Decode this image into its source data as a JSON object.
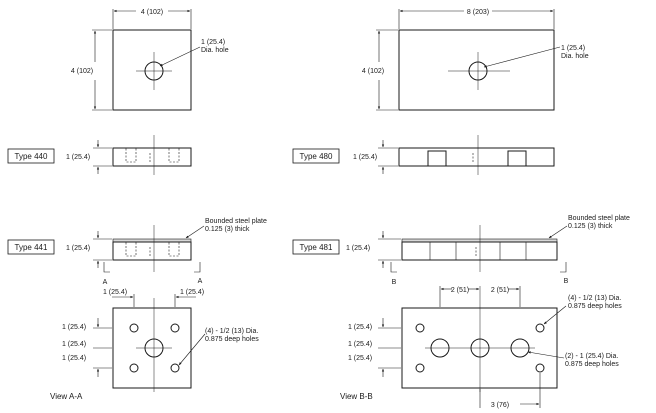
{
  "type_labels": {
    "t440": "Type 440",
    "t441": "Type 441",
    "t480": "Type 480",
    "t481": "Type 481"
  },
  "view_labels": {
    "a": "View A-A",
    "b": "View B-B"
  },
  "section_markers": {
    "a": "A",
    "b": "B"
  },
  "left": {
    "top_width": "4 (102)",
    "top_height": "4 (102)",
    "hole_note_1": "1 (25.4)",
    "hole_note_2": "Dia. hole",
    "side_height_440": "1 (25.4)",
    "side_height_441": "1 (25.4)",
    "plate_note_1": "Bounded steel plate",
    "plate_note_2": "0.125 (3) thick",
    "bottom_dim_top_left": "1 (25.4)",
    "bottom_dim_top_right": "1 (25.4)",
    "bottom_dim_side_1": "1 (25.4)",
    "bottom_dim_side_2": "1 (25.4)",
    "bottom_dim_side_3": "1 (25.4)",
    "holes_note_1": "(4) - 1/2 (13) Dia.",
    "holes_note_2": "0.875 deep holes"
  },
  "right": {
    "top_width": "8 (203)",
    "top_height": "4 (102)",
    "hole_note_1": "1 (25.4)",
    "hole_note_2": "Dia. hole",
    "side_height_480": "1 (25.4)",
    "side_height_481": "1 (25.4)",
    "plate_note_1": "Bounded steel plate",
    "plate_note_2": "0.125 (3) thick",
    "bottom_dim_top_left": "2 (51)",
    "bottom_dim_top_right": "2 (51)",
    "bottom_dim_side_1": "1 (25.4)",
    "bottom_dim_side_2": "1 (25.4)",
    "bottom_dim_side_3": "1 (25.4)",
    "bottom_dim_bottom": "3 (76)",
    "holes_note_1": "(4) - 1/2 (13) Dia.",
    "holes_note_2": "0.875 deep holes",
    "big_holes_note_1": "(2) - 1 (25.4) Dia.",
    "big_holes_note_2": "0.875 deep holes"
  }
}
